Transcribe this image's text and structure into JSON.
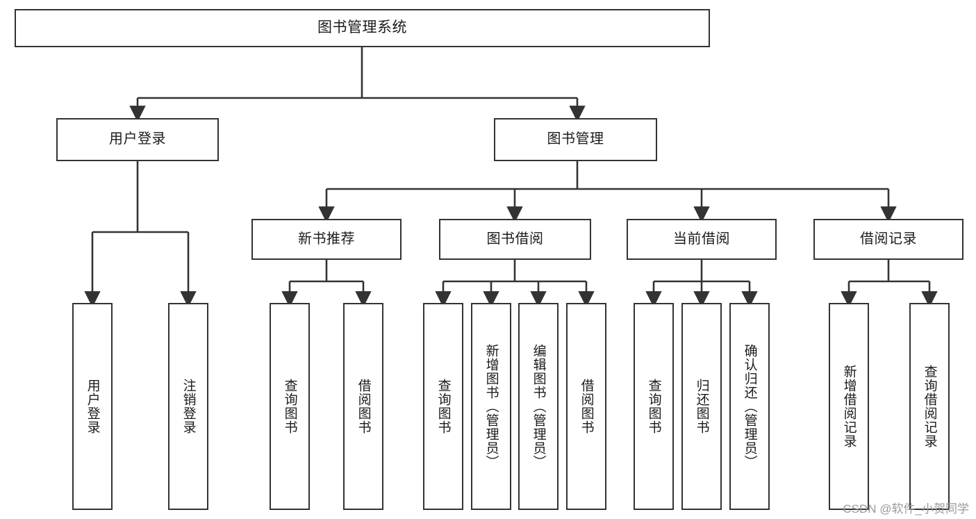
{
  "diagram": {
    "title": "图书管理系统",
    "watermark": "CSDN @软件_小贺同学",
    "colors": {
      "box_border": "#333333",
      "box_fill": "#ffffff",
      "connector": "#333333",
      "text": "#1b1b1b",
      "watermark": "#9a9a9a"
    },
    "nodes": {
      "root": "图书管理系统",
      "level2": {
        "user_login": "用户登录",
        "book_manage": "图书管理"
      },
      "level3": {
        "new_book_rec": "新书推荐",
        "book_borrow": "图书借阅",
        "current_borrow": "当前借阅",
        "borrow_record": "借阅记录"
      },
      "leaves": {
        "user_login_1": "用户登录",
        "user_login_2": "注销登录",
        "new_book_rec_1": "查询图书",
        "new_book_rec_2": "借阅图书",
        "book_borrow_1": "查询图书",
        "book_borrow_2": "新增图书（管理员）",
        "book_borrow_3": "编辑图书（管理员）",
        "book_borrow_4": "借阅图书",
        "current_borrow_1": "查询图书",
        "current_borrow_2": "归还图书",
        "current_borrow_3": "确认归还（管理员）",
        "borrow_record_1": "新增借阅记录",
        "borrow_record_2": "查询借阅记录"
      }
    }
  }
}
